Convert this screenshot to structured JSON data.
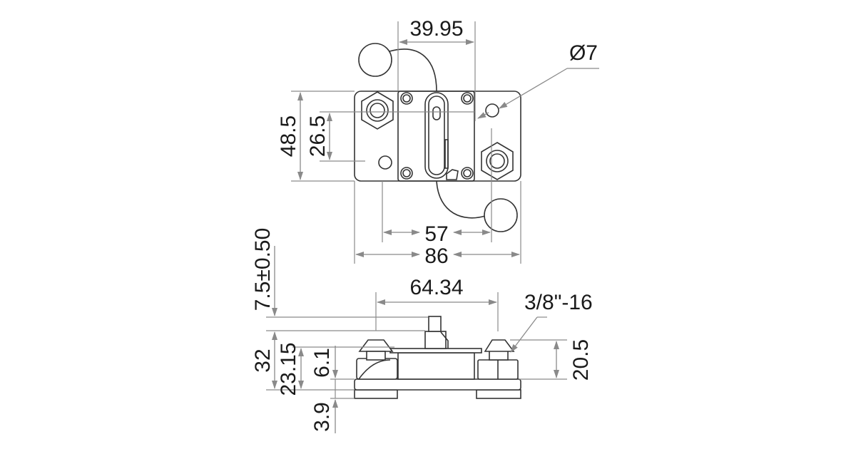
{
  "drawing": {
    "title": "Circuit breaker dimension drawing",
    "top_view": {
      "dim_screw_spacing": "39.95",
      "dim_hole_diameter": "Ø7",
      "dim_height": "48.5",
      "dim_terminal_offset": "26.5",
      "dim_hole_spacing": "57",
      "dim_width": "86"
    },
    "side_view": {
      "dim_terminal_spacing": "64.34",
      "dim_toggle_travel": "7.5±0.50",
      "dim_total_height": "32",
      "dim_body_height": "23.15",
      "dim_nut_height": "6.1",
      "dim_base": "3.9",
      "dim_stud_height": "20.5",
      "dim_thread": "3/8\"-16"
    }
  }
}
